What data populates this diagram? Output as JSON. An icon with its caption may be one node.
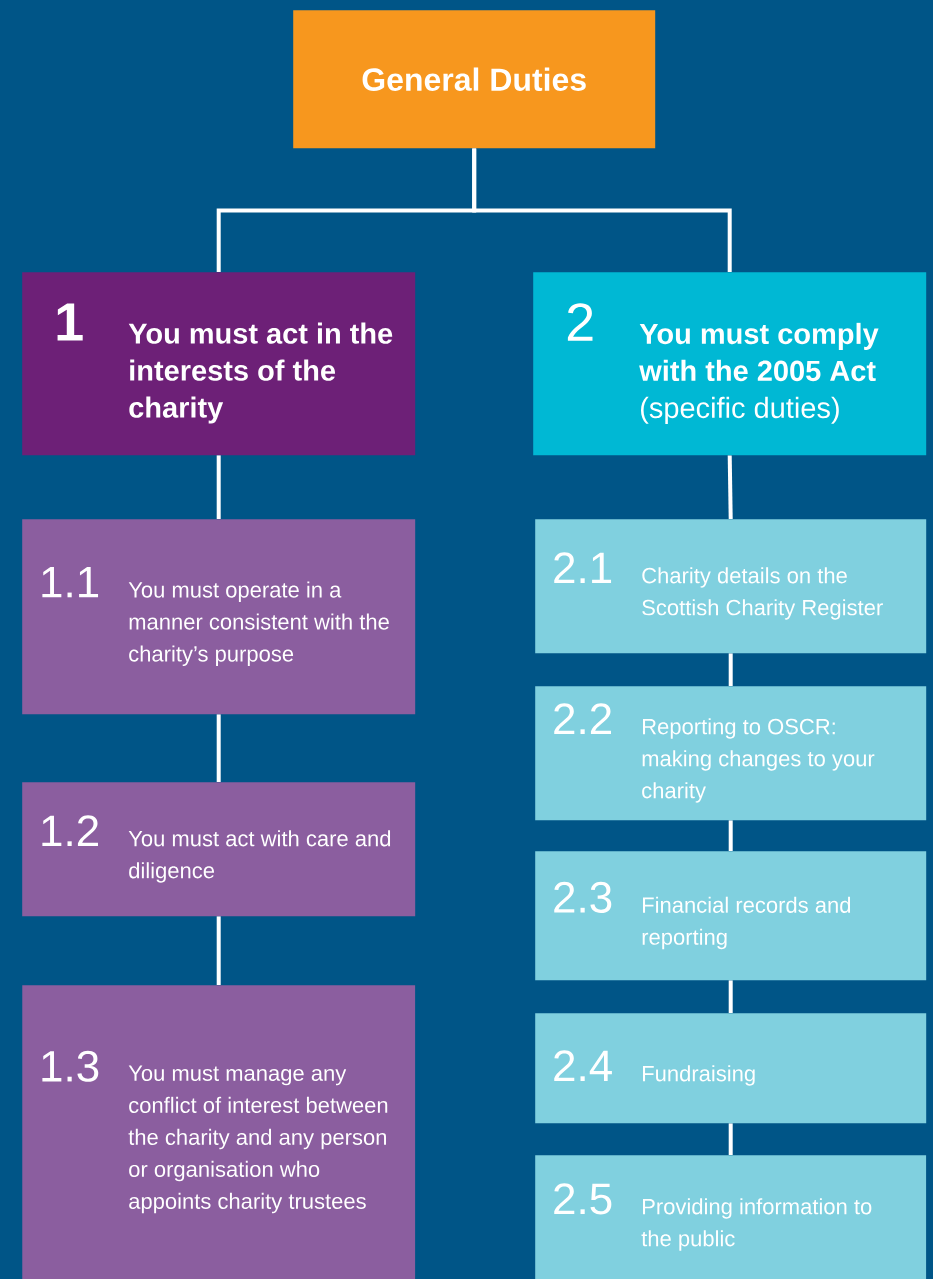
{
  "diagram": {
    "nodes": [
      {
        "text": [
          "General Duties"
        ]
      },
      {
        "text": [
          "1",
          "You must act in the interests of the charity"
        ]
      },
      {
        "text": [
          "2",
          "**You must comply with the 2005 Act** (specific duties)"
        ]
      },
      {
        "text": [
          "1.1",
          "You must operate in a manner consistent with the charity’s purpose"
        ]
      },
      {
        "text": [
          "1.2",
          "You must act with care and diligence"
        ]
      },
      {
        "text": [
          "1.3",
          "You must manage any conflict of interest between the charity and any person or organisation who appoints charity trustees"
        ]
      },
      {
        "text": [
          "2.1",
          "Charity details on the Scottish Charity Register"
        ]
      },
      {
        "text": [
          "2.2",
          "Reporting to OSCR: making changes to your charity"
        ]
      },
      {
        "text": [
          "2.3",
          "Financial records and reporting"
        ]
      },
      {
        "text": [
          "2.4",
          "Fundraising"
        ]
      },
      {
        "text": [
          "2.5",
          "Providing information to the public"
        ]
      }
    ],
    "edges": [
      {
        "from": 0,
        "to": 1,
        "arrow": "none"
      },
      {
        "from": 0,
        "to": 2,
        "arrow": "none"
      },
      {
        "from": 1,
        "to": 3,
        "arrow": "none"
      },
      {
        "from": 3,
        "to": 4,
        "arrow": "none"
      },
      {
        "from": 4,
        "to": 5,
        "arrow": "none"
      },
      {
        "from": 2,
        "to": 6,
        "arrow": "none"
      },
      {
        "from": 6,
        "to": 7,
        "arrow": "none"
      },
      {
        "from": 7,
        "to": 8,
        "arrow": "none"
      },
      {
        "from": 8,
        "to": 9,
        "arrow": "none"
      },
      {
        "from": 9,
        "to": 10,
        "arrow": "none"
      }
    ]
  }
}
